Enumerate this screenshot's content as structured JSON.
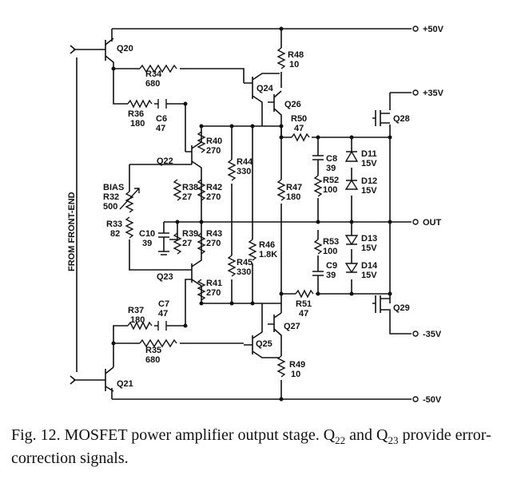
{
  "caption": {
    "prefix": "Fig. 12.  MOSFET power amplifier output stage. Q",
    "q_a": "22",
    "mid": " and Q",
    "q_b": "23",
    "suffix": " provide error-correction signals."
  },
  "rails": {
    "pos50": "+50V",
    "pos35": "+35V",
    "out": "OUT",
    "neg35": "-35V",
    "neg50": "-50V"
  },
  "side_label": "FROM FRONT-END",
  "labels": {
    "q20": "Q20",
    "q21": "Q21",
    "q22": "Q22",
    "q23": "Q23",
    "q24": "Q24",
    "q25": "Q25",
    "q26": "Q26",
    "q27": "Q27",
    "q28": "Q28",
    "q29": "Q29",
    "r48": "R48",
    "r48v": "10",
    "r34": "R34",
    "r34v": "680",
    "r36": "R36",
    "r36v": "180",
    "c6": "C6",
    "c6v": "47",
    "r50": "R50",
    "r50v": "47",
    "r40": "R40",
    "r40v": "270",
    "r44": "R44",
    "r44v": "330",
    "c8": "C8",
    "c8v": "39",
    "d11": "D11",
    "d11v": "15V",
    "r52": "R52",
    "r52v": "100",
    "d12": "D12",
    "d12v": "15V",
    "bias": "BIAS",
    "r32": "R32",
    "r32v": "500",
    "r38": "R38",
    "r38v": "27",
    "r42": "R42",
    "r42v": "270",
    "r47": "R47",
    "r47v": "180",
    "r33": "R33",
    "r33v": "82",
    "c10": "C10",
    "c10v": "39",
    "r39": "R39",
    "r39v": "27",
    "r43": "R43",
    "r43v": "270",
    "r46": "R46",
    "r46v": "1.8K",
    "r53": "R53",
    "r53v": "100",
    "d13": "D13",
    "d13v": "15V",
    "c9": "C9",
    "c9v": "39",
    "d14": "D14",
    "d14v": "15V",
    "r45": "R45",
    "r45v": "330",
    "r41": "R41",
    "r41v": "270",
    "r51": "R51",
    "r51v": "47",
    "c7": "C7",
    "c7v": "47",
    "r37": "R37",
    "r37v": "180",
    "r35": "R35",
    "r35v": "680",
    "r49": "R49",
    "r49v": "10"
  }
}
